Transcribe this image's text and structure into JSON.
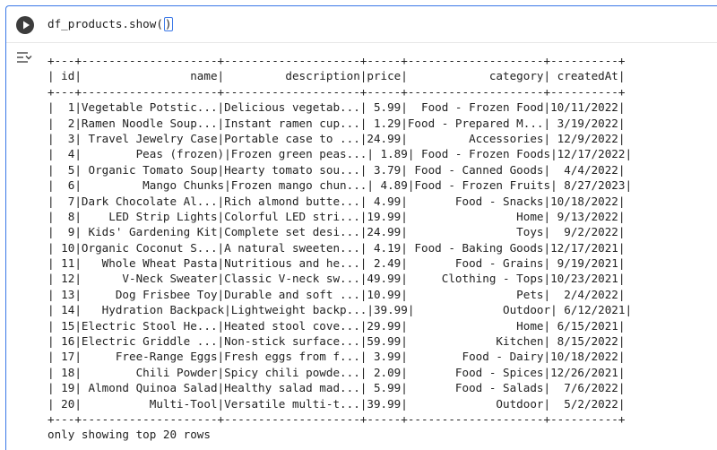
{
  "code": {
    "prefix": "df_products.show(",
    "cursor_char": ")",
    "suffix": ""
  },
  "icons": {
    "run": "play-circle-icon",
    "output_toggle": "output-collapse-icon"
  },
  "table": {
    "border": "+---+--------------------+--------------------+-----+--------------------+----------+",
    "header": "| id|                name|         description|price|            category| createdAt|",
    "rows": [
      "|  1|Vegetable Potstic...|Delicious vegetab...| 5.99|  Food - Frozen Food|10/11/2022|",
      "|  2|Ramen Noodle Soup...|Instant ramen cup...| 1.29|Food - Prepared M...| 3/19/2022|",
      "|  3| Travel Jewelry Case|Portable case to ...|24.99|         Accessories| 12/9/2022|",
      "|  4|        Peas (frozen)|Frozen green peas...| 1.89| Food - Frozen Foods|12/17/2022|",
      "|  5| Organic Tomato Soup|Hearty tomato sou...| 3.79| Food - Canned Goods|  4/4/2022|",
      "|  6|         Mango Chunks|Frozen mango chun...| 4.89|Food - Frozen Fruits| 8/27/2023|",
      "|  7|Dark Chocolate Al...|Rich almond butte...| 4.99|       Food - Snacks|10/18/2022|",
      "|  8|    LED Strip Lights|Colorful LED stri...|19.99|                Home| 9/13/2022|",
      "|  9| Kids' Gardening Kit|Complete set desi...|24.99|                Toys|  9/2/2022|",
      "| 10|Organic Coconut S...|A natural sweeten...| 4.19| Food - Baking Goods|12/17/2021|",
      "| 11|   Whole Wheat Pasta|Nutritious and he...| 2.49|       Food - Grains| 9/19/2021|",
      "| 12|      V-Neck Sweater|Classic V-neck sw...|49.99|     Clothing - Tops|10/23/2021|",
      "| 13|     Dog Frisbee Toy|Durable and soft ...|10.99|                Pets|  2/4/2022|",
      "| 14|   Hydration Backpack|Lightweight backp...|39.99|             Outdoor| 6/12/2021|",
      "| 15|Electric Stool He...|Heated stool cove...|29.99|                Home| 6/15/2021|",
      "| 16|Electric Griddle ...|Non-stick surface...|59.99|             Kitchen| 8/15/2022|",
      "| 17|     Free-Range Eggs|Fresh eggs from f...| 3.99|        Food - Dairy|10/18/2022|",
      "| 18|        Chili Powder|Spicy chili powde...| 2.09|       Food - Spices|12/26/2021|",
      "| 19| Almond Quinoa Salad|Healthy salad mad...| 5.99|       Food - Salads|  7/6/2022|",
      "| 20|          Multi-Tool|Versatile multi-t...|39.99|             Outdoor|  5/2/2022|"
    ],
    "footer": "only showing top 20 rows"
  }
}
